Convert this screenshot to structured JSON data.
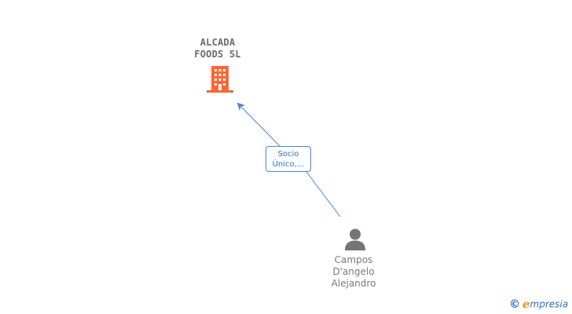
{
  "company": {
    "name_line1": "ALCADA",
    "name_line2": "FOODS SL",
    "icon": "building-icon",
    "color": "#ff6633"
  },
  "relationship": {
    "label_line1": "Socio",
    "label_line2": "Único,...",
    "color": "#4a86d4"
  },
  "person": {
    "name_line1": "Campos",
    "name_line2": "D'angelo",
    "name_line3": "Alejandro",
    "icon": "person-icon",
    "color": "#757575"
  },
  "brand": {
    "copyright_symbol": "©",
    "logo_letter": "e",
    "logo_rest": "mpresia",
    "accent": "#f29400",
    "primary": "#2f6fc4"
  }
}
